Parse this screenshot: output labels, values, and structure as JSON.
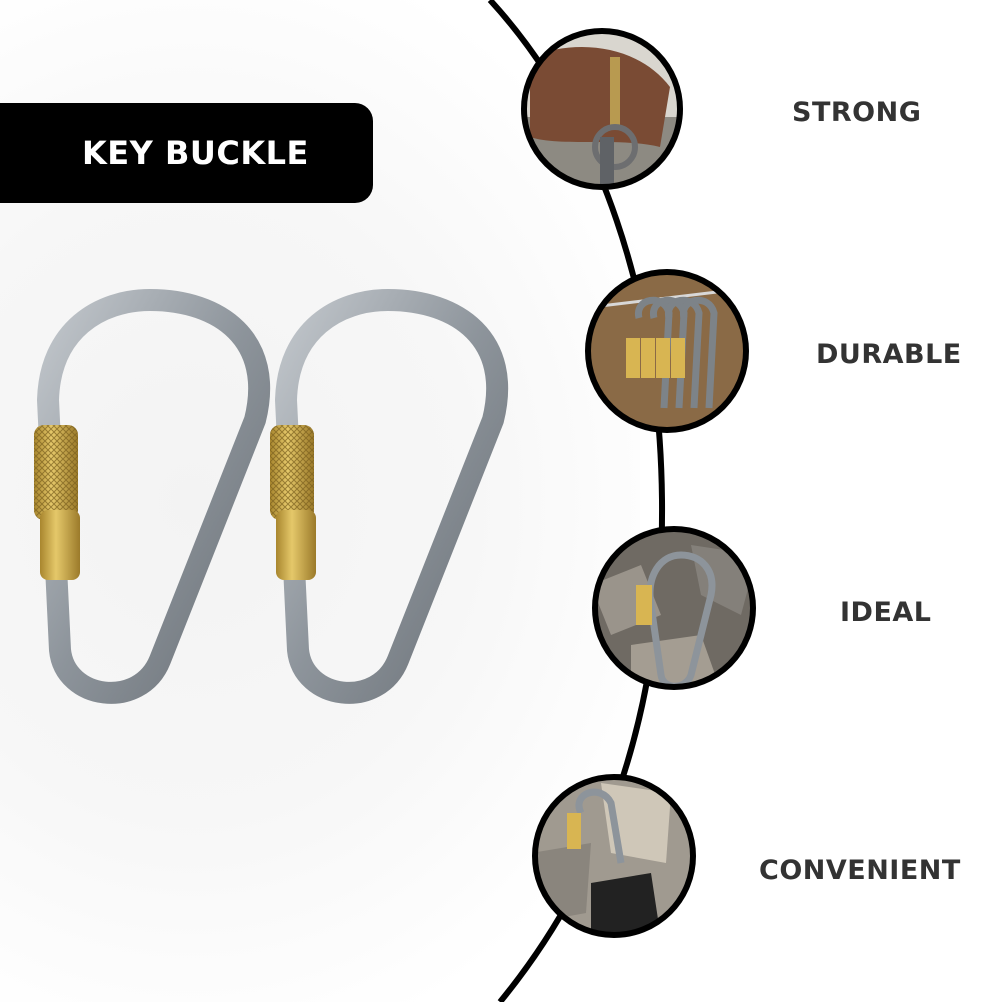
{
  "banner": {
    "title": "KEY BUCKLE"
  },
  "features": [
    {
      "label": "STRONG",
      "photo": "hand-holding-keys-on-carabiner"
    },
    {
      "label": "DURABLE",
      "photo": "row-of-carabiners-on-cable"
    },
    {
      "label": "IDEAL",
      "photo": "carabiner-on-rocks"
    },
    {
      "label": "CONVENIENT",
      "photo": "carabiners-on-stones"
    }
  ],
  "product": {
    "name": "carabiner-pair",
    "count": 2
  },
  "colors": {
    "banner_bg": "#000000",
    "banner_text": "#ffffff",
    "label_text": "#333333",
    "curve": "#000000",
    "metal": "#9aa0a6",
    "brass": "#c9a74a"
  }
}
